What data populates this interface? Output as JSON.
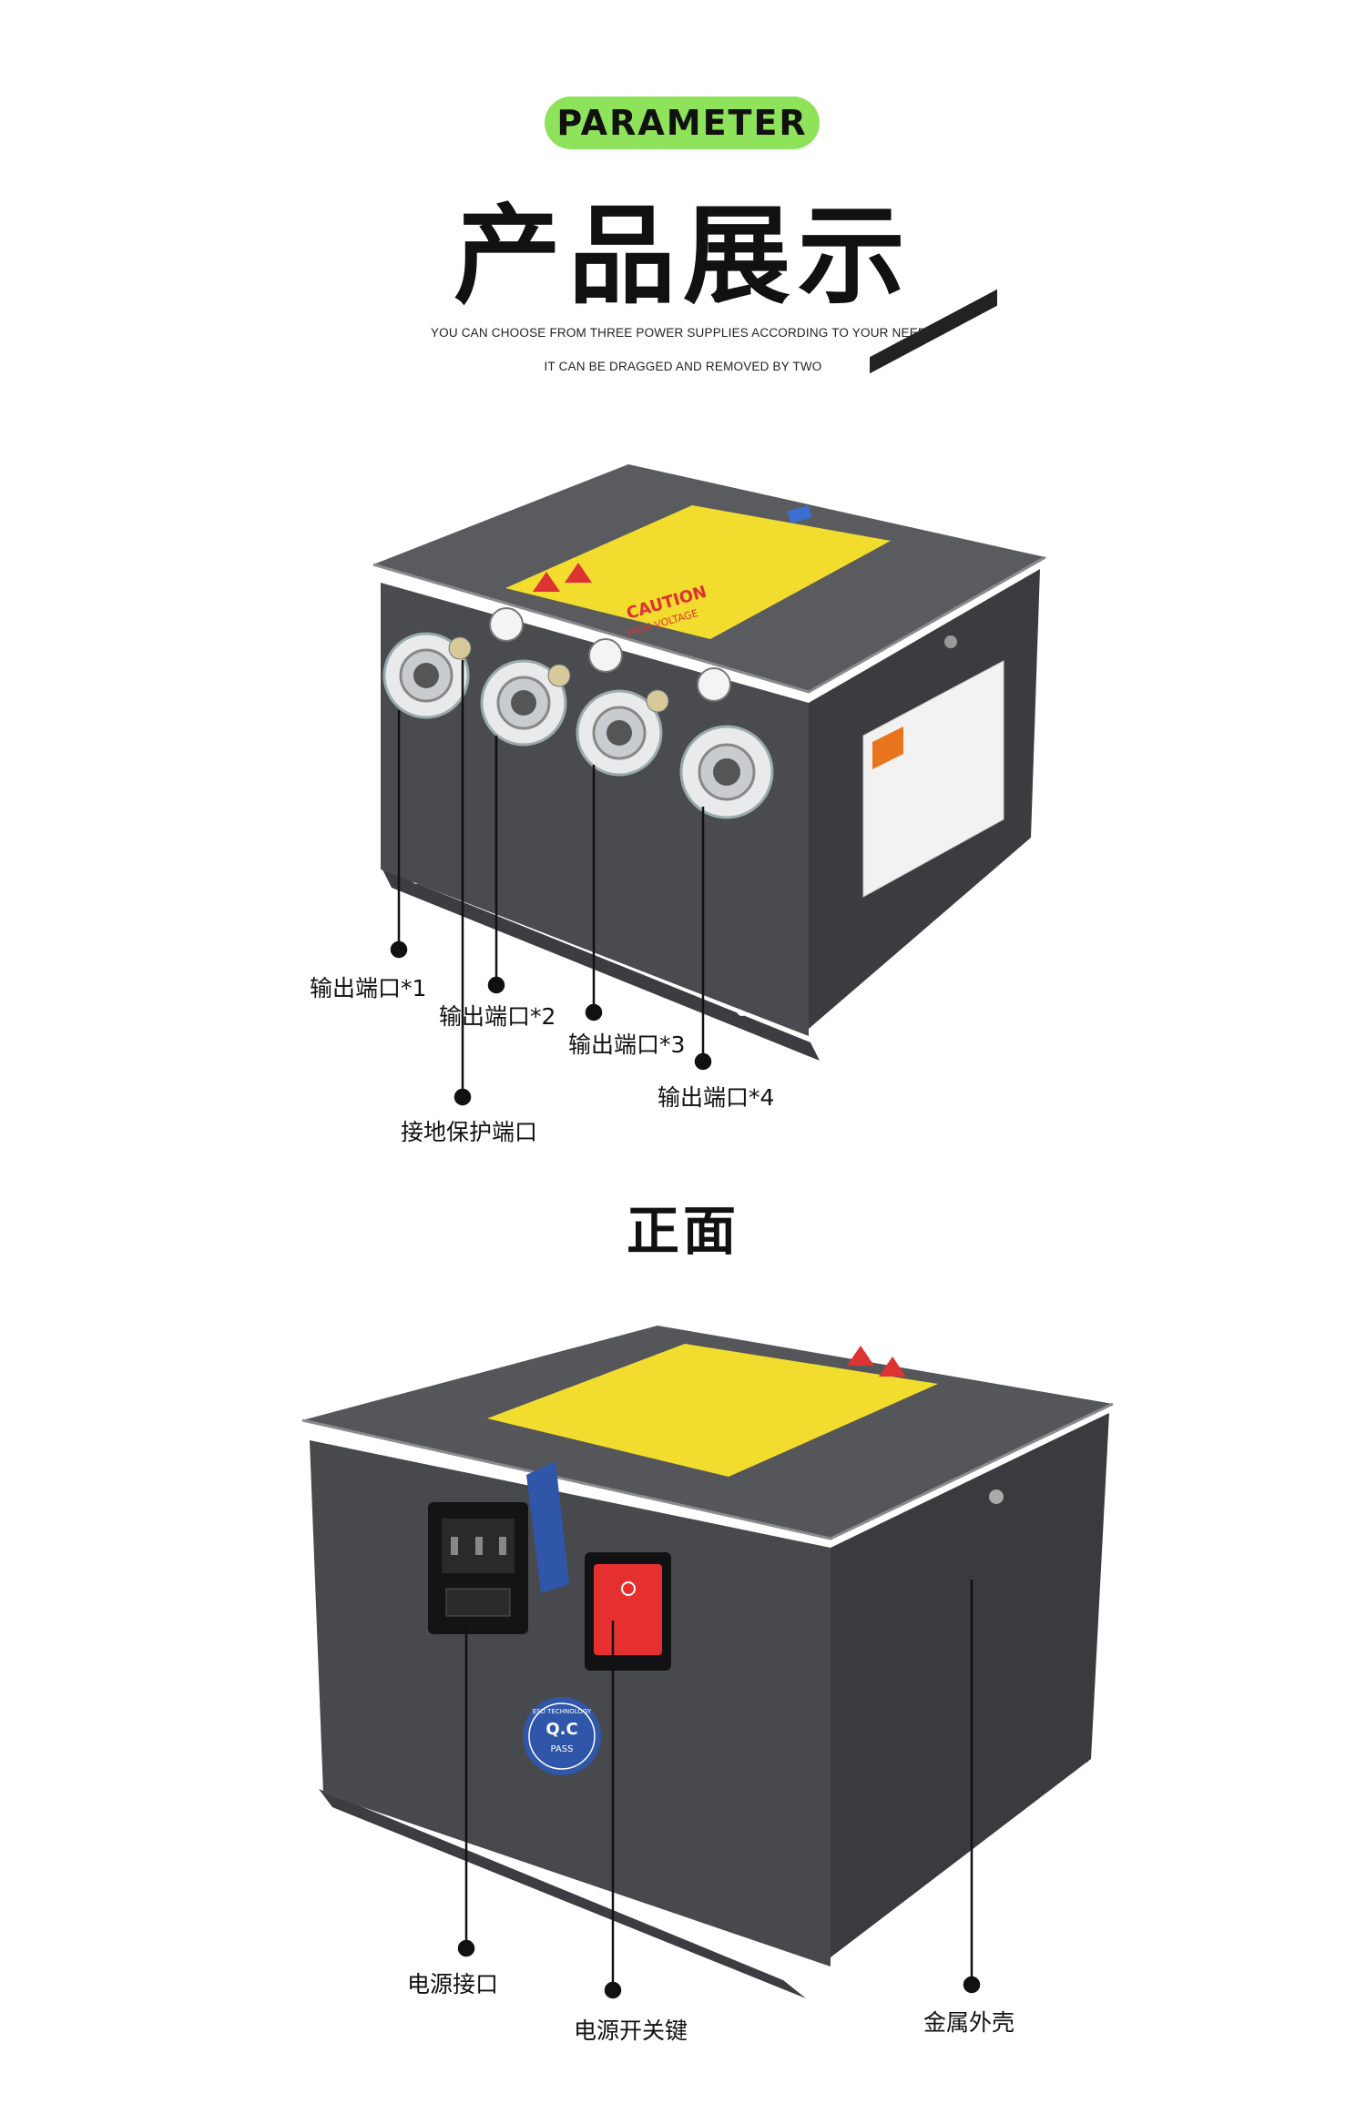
{
  "header": {
    "badge": "PARAMETER",
    "title": "产品展示",
    "subtitle_line1": "YOU CAN CHOOSE FROM THREE POWER SUPPLIES ACCORDING TO YOUR NEEDS",
    "subtitle_line2": "IT CAN BE DRAGGED AND REMOVED BY TWO"
  },
  "top_view": {
    "labels": {
      "port1": "输出端口*1",
      "port2": "输出端口*2",
      "port3": "输出端口*3",
      "port4": "输出端口*4",
      "ground": "接地保护端口"
    },
    "caution_label": {
      "caution": "CAUTION",
      "high_voltage": "HIGH VOLTAGE"
    }
  },
  "front_section": {
    "title": "正面"
  },
  "bottom_view": {
    "labels": {
      "power_socket": "电源接口",
      "power_switch": "电源开关键",
      "metal_case": "金属外壳"
    },
    "qc_stamp": {
      "top": "ESD TECHNOLOGY",
      "mid": "Q.C",
      "bottom": "PASS"
    }
  },
  "colors": {
    "badge": "#8ee35a",
    "case_front": "#4a4b4e",
    "case_top": "#58595c",
    "case_side": "#3a3b3e",
    "warning_label": "#f2dd2e",
    "switch_red": "#e63030",
    "seal_blue": "#2f56a8"
  }
}
